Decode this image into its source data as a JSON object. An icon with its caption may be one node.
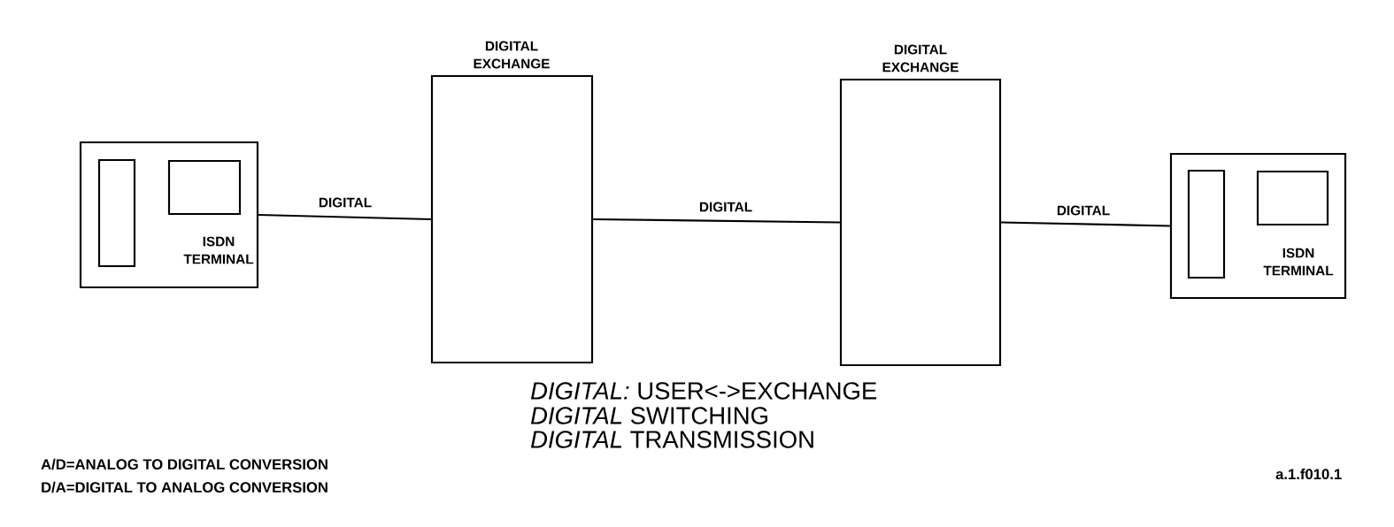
{
  "diagram": {
    "nodes": [
      {
        "text": [
          "ISDN TERMINAL"
        ]
      },
      {
        "text": [
          "DIGITAL EXCHANGE"
        ]
      },
      {
        "text": [
          "DIGITAL EXCHANGE"
        ]
      },
      {
        "text": [
          "ISDN TERMINAL"
        ]
      }
    ],
    "edges": [
      {
        "from": 0,
        "to": 1,
        "arrow": "none",
        "label": "DIGITAL"
      },
      {
        "from": 1,
        "to": 2,
        "arrow": "none",
        "label": "DIGITAL"
      },
      {
        "from": 2,
        "to": 3,
        "arrow": "none",
        "label": "DIGITAL"
      }
    ],
    "labels": [
      "*DIGITAL:* USER<->EXCHANGE",
      "*DIGITAL* SWITCHING",
      "*DIGITAL* TRANSMISSION",
      "A/D=ANALOG TO DIGITAL CONVERSION",
      "D/A=DIGITAL TO ANALOG CONVERSION",
      "a.1.f010.1"
    ]
  }
}
